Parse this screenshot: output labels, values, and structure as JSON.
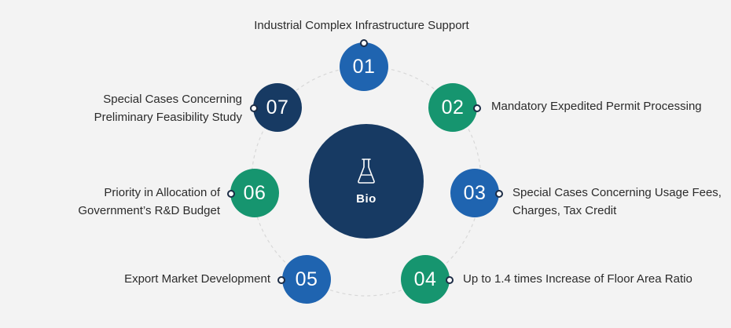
{
  "center": {
    "label": "Bio",
    "icon": "flask-icon"
  },
  "colors": {
    "navy": "#173a63",
    "blue": "#1f64b0",
    "green": "#16956f",
    "ring": "#d8d8d8"
  },
  "items": [
    {
      "number": "01",
      "color": "#1f64b0",
      "lines": [
        "Industrial Complex Infrastructure Support"
      ]
    },
    {
      "number": "02",
      "color": "#16956f",
      "lines": [
        "Mandatory Expedited Permit Processing"
      ]
    },
    {
      "number": "03",
      "color": "#1f64b0",
      "lines": [
        "Special Cases Concerning Usage Fees,",
        "Charges, Tax Credit"
      ]
    },
    {
      "number": "04",
      "color": "#16956f",
      "lines": [
        "Up to 1.4 times Increase of Floor Area Ratio"
      ]
    },
    {
      "number": "05",
      "color": "#1f64b0",
      "lines": [
        "Export Market Development"
      ]
    },
    {
      "number": "06",
      "color": "#16956f",
      "lines": [
        "Priority in Allocation of",
        "Government’s R&D Budget"
      ]
    },
    {
      "number": "07",
      "color": "#173a63",
      "lines": [
        "Special Cases Concerning",
        "Preliminary Feasibility Study"
      ]
    }
  ]
}
